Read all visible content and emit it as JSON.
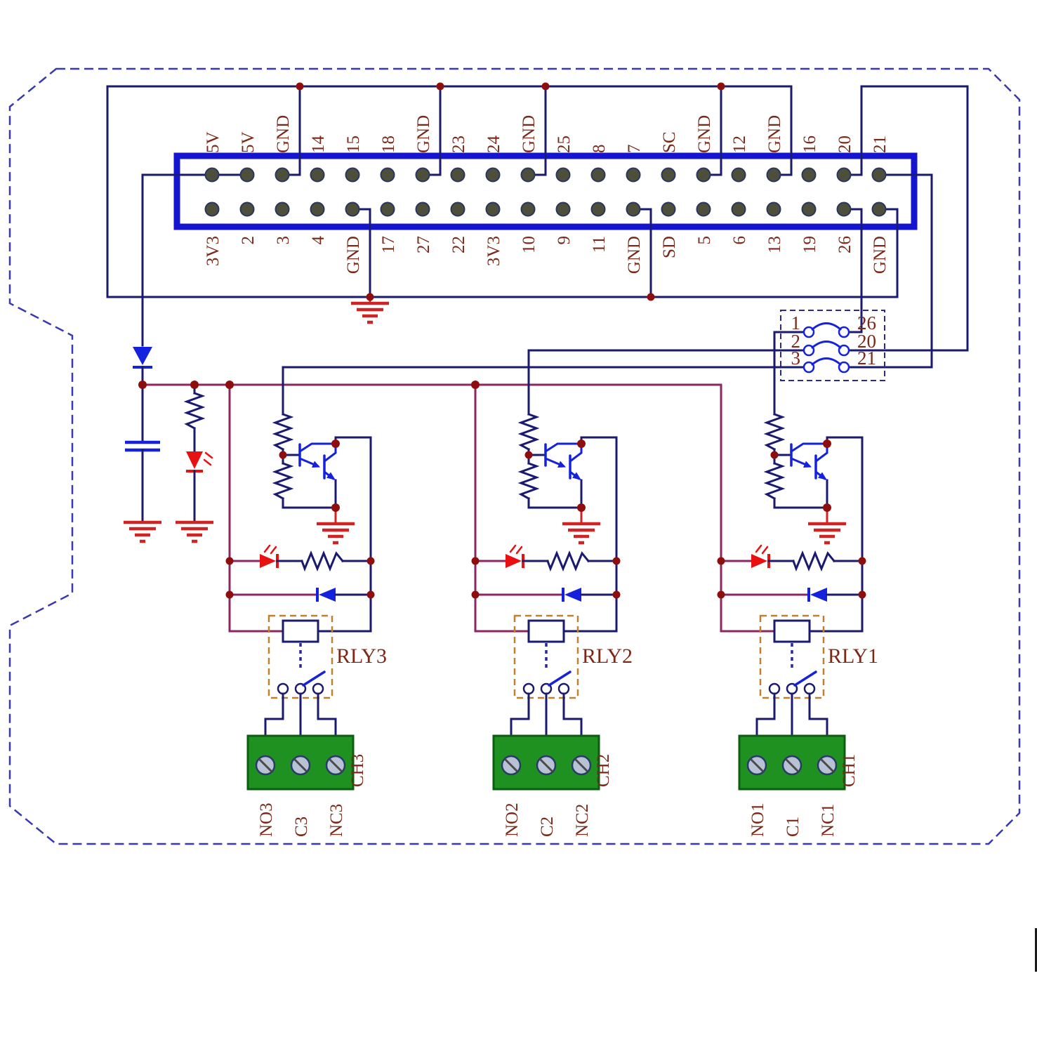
{
  "connector": {
    "top_pins": [
      "5V",
      "5V",
      "GND",
      "14",
      "15",
      "18",
      "GND",
      "23",
      "24",
      "GND",
      "25",
      "8",
      "7",
      "SC",
      "GND",
      "12",
      "GND",
      "16",
      "20",
      "21"
    ],
    "bottom_pins": [
      "3V3",
      "2",
      "3",
      "4",
      "GND",
      "17",
      "27",
      "22",
      "3V3",
      "10",
      "9",
      "11",
      "GND",
      "SD",
      "5",
      "6",
      "13",
      "19",
      "26",
      "GND"
    ]
  },
  "jumper_block": {
    "left_labels": [
      "1",
      "2",
      "3"
    ],
    "right_labels": [
      "26",
      "20",
      "21"
    ]
  },
  "channels": [
    {
      "relay": "RLY3",
      "channel": "CH3",
      "terminals": [
        "NO3",
        "C3",
        "NC3"
      ]
    },
    {
      "relay": "RLY2",
      "channel": "CH2",
      "terminals": [
        "NO2",
        "C2",
        "NC2"
      ]
    },
    {
      "relay": "RLY1",
      "channel": "CH1",
      "terminals": [
        "NO1",
        "C1",
        "NC1"
      ]
    }
  ],
  "colors": {
    "wire_navy": "#1a1a70",
    "connector_blue": "#1515cf",
    "power_rail_purple": "#8e2464",
    "component_blue": "#1522dd",
    "ground_red": "#d02424",
    "led_red": "#e81010",
    "junction_dot_red": "#8e0e0e",
    "label_maroon": "#7b2818",
    "relay_box_orange": "#c08030",
    "terminal_block_green": "#1f9120",
    "board_outline_blue": "#3939b0"
  }
}
